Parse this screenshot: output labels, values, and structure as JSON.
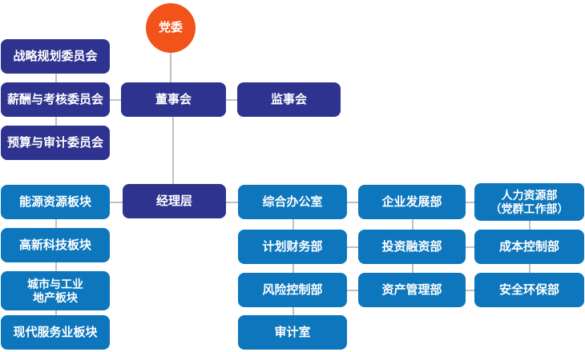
{
  "org_chart": {
    "party_committee": {
      "label": "党委"
    },
    "board": {
      "label": "董事会"
    },
    "supervisory_board": {
      "label": "监事会"
    },
    "management": {
      "label": "经理层"
    },
    "committees": [
      {
        "label": "战略规划委员会"
      },
      {
        "label": "薪酬与考核委员会"
      },
      {
        "label": "预算与审计委员会"
      }
    ],
    "business_sectors": [
      {
        "label": "能源资源板块"
      },
      {
        "label": "高新科技板块"
      },
      {
        "line1": "城市与工业",
        "line2": "地产板块"
      },
      {
        "label": "现代服务业板块"
      }
    ],
    "dept_column_1": [
      {
        "label": "综合办公室"
      },
      {
        "label": "计划财务部"
      },
      {
        "label": "风险控制部"
      },
      {
        "label": "审计室"
      }
    ],
    "dept_column_2": [
      {
        "label": "企业发展部"
      },
      {
        "label": "投资融资部"
      },
      {
        "label": "资产管理部"
      }
    ],
    "dept_column_3": [
      {
        "line1": "人力资源部",
        "line2": "（党群工作部）"
      },
      {
        "label": "成本控制部"
      },
      {
        "label": "安全环保部"
      }
    ]
  },
  "colors": {
    "navy": "#2D338E",
    "blue": "#0D76BC",
    "orange": "#F1531A",
    "connector": "#C0C0C0",
    "text": "#FFFFFF"
  }
}
